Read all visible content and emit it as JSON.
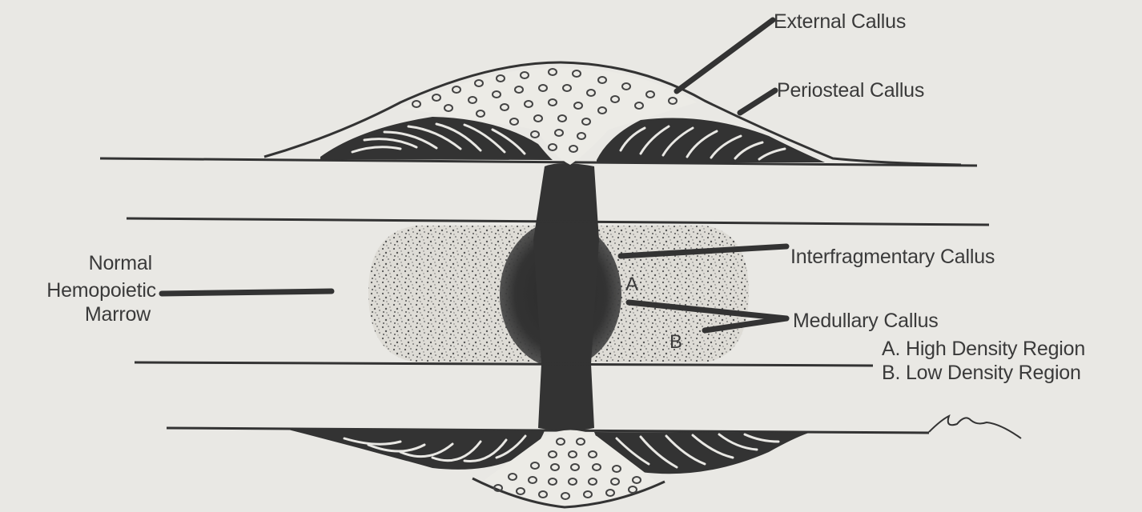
{
  "labels": {
    "external_callus": "External Callus",
    "periosteal_callus": "Periosteal Callus",
    "interfragmentary_callus": "Interfragmentary Callus",
    "medullary_callus": "Medullary Callus",
    "high_density_region": "A. High Density Region",
    "low_density_region": "B. Low Density Region",
    "normal_marrow": [
      "Normal",
      "Hemopoietic",
      "Marrow"
    ],
    "region_a": "A",
    "region_b": "B"
  },
  "colors": {
    "ink": "#333333",
    "paper": "#e9e8e4"
  }
}
